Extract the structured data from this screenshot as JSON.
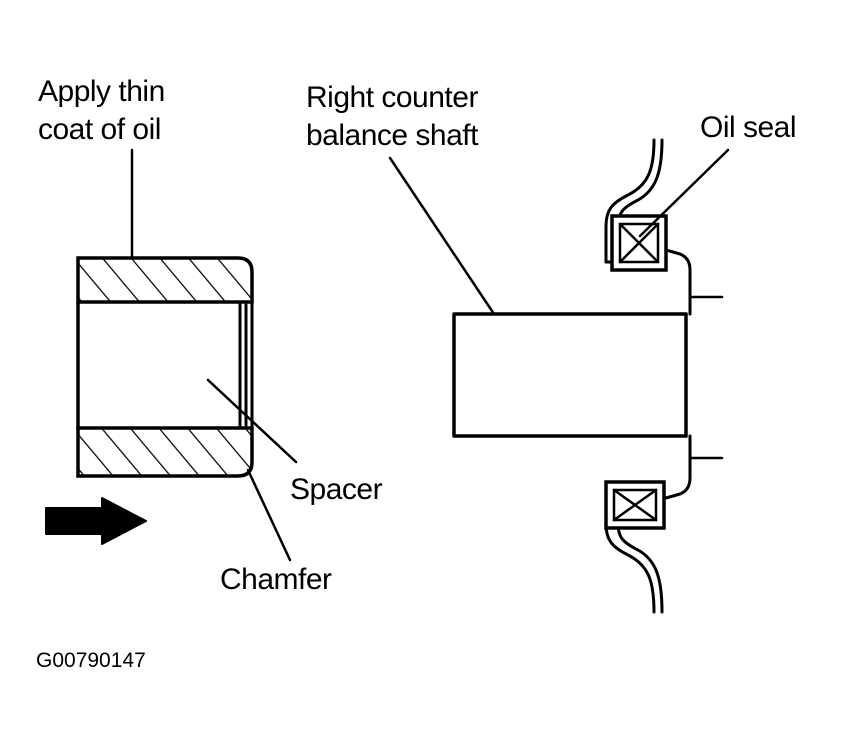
{
  "labels": {
    "apply_oil_line1": "Apply thin",
    "apply_oil_line2": "coat of oil",
    "shaft_line1": "Right counter",
    "shaft_line2": "balance shaft",
    "oil_seal": "Oil seal",
    "spacer": "Spacer",
    "chamfer": "Chamfer"
  },
  "figure_code": "G00790147",
  "colors": {
    "ink": "#000000",
    "paper": "#ffffff"
  },
  "icons": {
    "direction_arrow": "right-arrow-icon",
    "seal_cross": "x-box-icon"
  }
}
